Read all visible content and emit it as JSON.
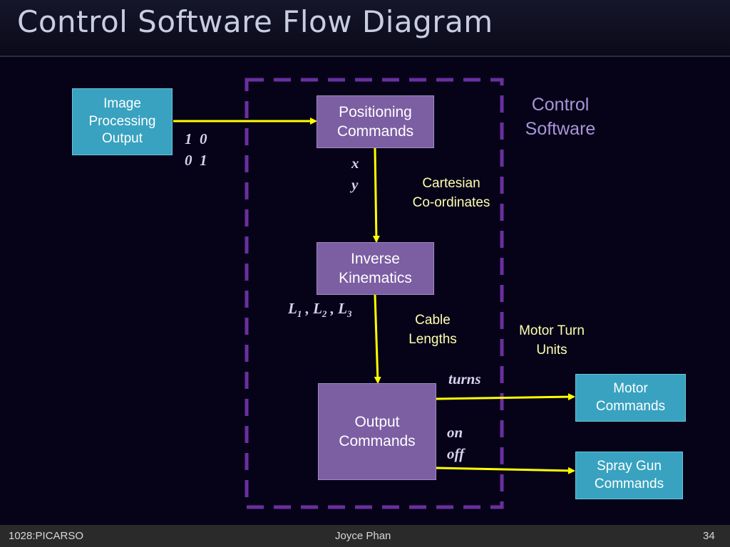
{
  "title": "Control Software Flow Diagram",
  "boxes": {
    "image_processing": "Image\nProcessing\nOutput",
    "positioning": "Positioning\nCommands",
    "inverse_kinematics": "Inverse\nKinematics",
    "output": "Output\nCommands",
    "motor": "Motor\nCommands",
    "spray_gun": "Spray Gun\nCommands"
  },
  "labels": {
    "control_software": "Control\nSoftware",
    "cartesian": "Cartesian\nCo-ordinates",
    "cable_lengths": "Cable\nLengths",
    "motor_turn_units": "Motor Turn\nUnits",
    "matrix_row1": "1  0",
    "matrix_row2": "0  1",
    "x": "x",
    "y": "y",
    "l1": "L",
    "l1_sub": "1",
    "l2": "L",
    "l2_sub": "2",
    "l3": "L",
    "l3_sub": "3",
    "turns": "turns",
    "on": "on",
    "off": "off"
  },
  "colors": {
    "arrow": "#ffff00",
    "dashed_border": "#6a2fa0",
    "box_purple": "#7c5ea3",
    "box_teal": "#38a2c0",
    "label_yellow": "#ffffb0",
    "label_lavender": "#a896d8"
  },
  "footer": {
    "left": "1028:PICARSO",
    "center": "Joyce Phan",
    "right": "34"
  }
}
